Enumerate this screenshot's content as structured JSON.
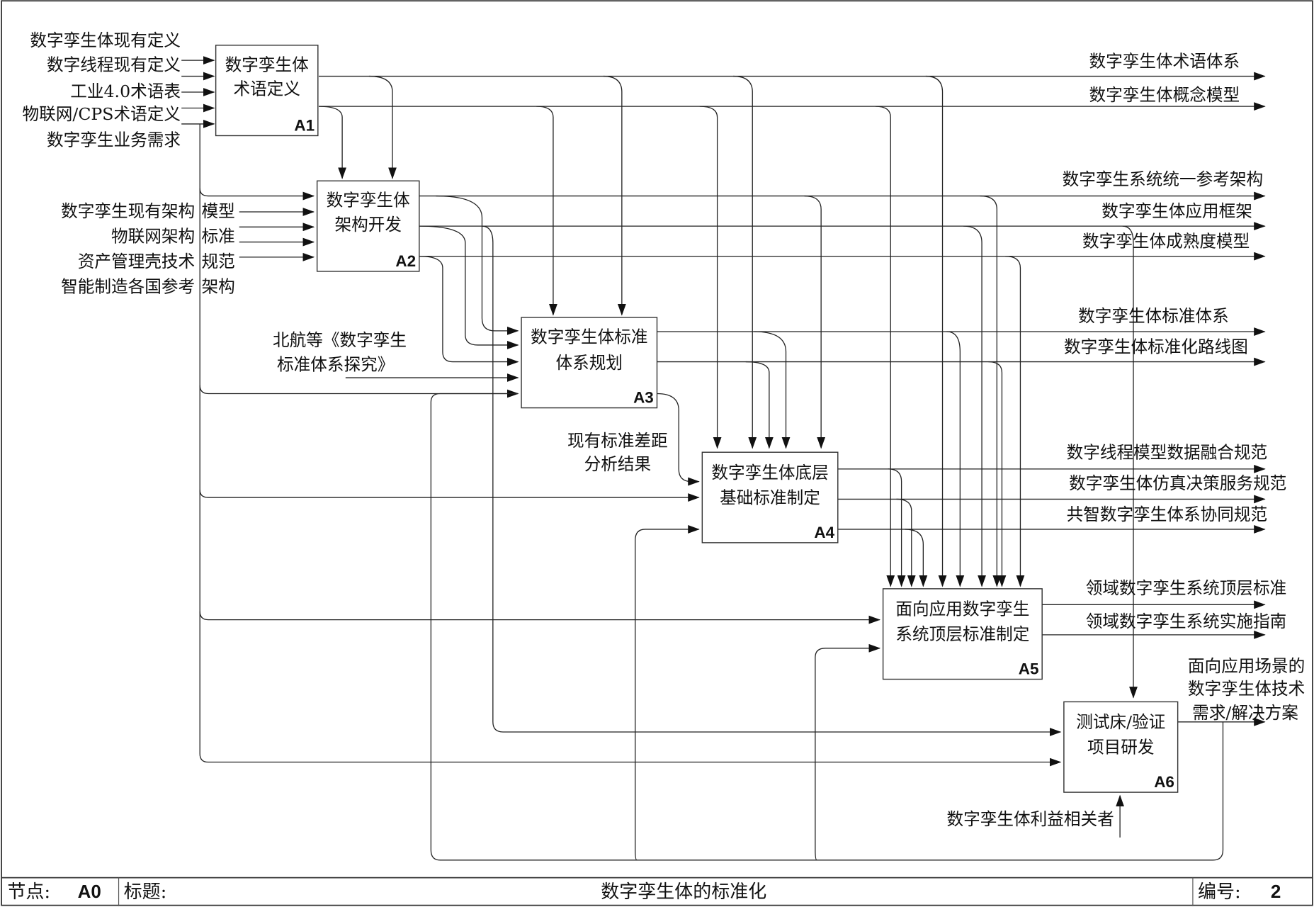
{
  "footer": {
    "node_label": "节点:",
    "node_value": "A0",
    "title_label": "标题:",
    "title_value": "数字孪生体的标准化",
    "number_label": "编号:",
    "number_value": "2"
  },
  "activities": [
    {
      "id": "A1",
      "lines": [
        "数字孪生体",
        "术语定义"
      ]
    },
    {
      "id": "A2",
      "lines": [
        "数字孪生体",
        "架构开发"
      ]
    },
    {
      "id": "A3",
      "lines": [
        "数字孪生体标准",
        "体系规划"
      ]
    },
    {
      "id": "A4",
      "lines": [
        "数字孪生体底层",
        "基础标准制定"
      ]
    },
    {
      "id": "A5",
      "lines": [
        "面向应用数字孪生",
        "系统顶层标准制定"
      ]
    },
    {
      "id": "A6",
      "lines": [
        "测试床/验证",
        "项目研发"
      ]
    }
  ],
  "inputs": {
    "a1": [
      "数字孪生体现有定义",
      "数字线程现有定义",
      "工业4.0术语表",
      "物联网/CPS术语定义",
      "数字孪生业务需求"
    ],
    "a2_left": [
      "数字孪生现有架构",
      "物联网架构",
      "资产管理壳技术",
      "智能制造各国参考"
    ],
    "a2_right": [
      "模型",
      "标准",
      "规范",
      "架构"
    ],
    "a3": [
      "北航等《数字孪生",
      "标准体系探究》"
    ],
    "a4": [
      "现有标准差距",
      "分析结果"
    ],
    "a6_mechanism": "数字孪生体利益相关者"
  },
  "outputs": {
    "a1": [
      "数字孪生体术语体系",
      "数字孪生体概念模型"
    ],
    "a2": [
      "数字孪生系统统一参考架构",
      "数字孪生体应用框架",
      "数字孪生体成熟度模型"
    ],
    "a3": [
      "数字孪生体标准体系",
      "数字孪生体标准化路线图"
    ],
    "a4": [
      "数字线程模型数据融合规范",
      "数字孪生体仿真决策服务规范",
      "共智数字孪生体系协同规范"
    ],
    "a5": [
      "领域数字孪生系统顶层标准",
      "领域数字孪生系统实施指南"
    ],
    "a6": [
      "面向应用场景的",
      "数字孪生体技术",
      "需求/解决方案"
    ]
  }
}
